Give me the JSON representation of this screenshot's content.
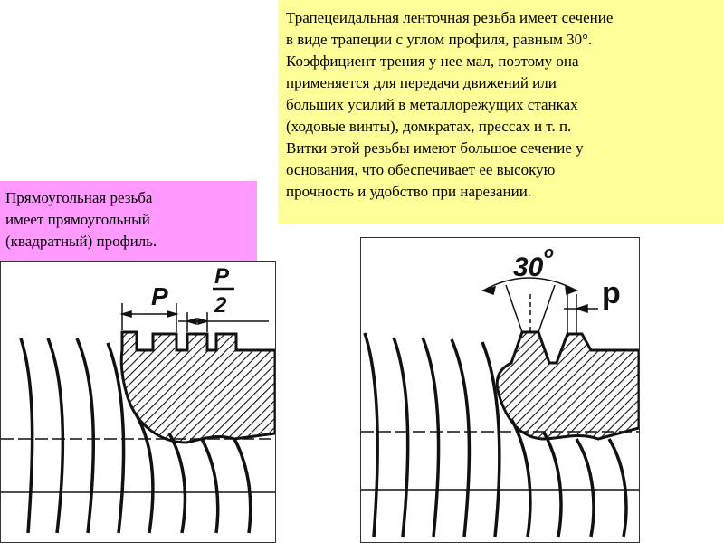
{
  "trapezoidal": {
    "lines": [
      "Трапецеидальная ленточная резьба имеет сечение",
      "в виде трапеции с углом профиля, равным 30°.",
      "Коэффициент трения у нее мал, поэтому она",
      "применяется для передачи движений или",
      "больших усилий в металлорежущих станках",
      "(ходовые винты), домкратах, прессах и т. п.",
      "Витки этой резьбы имеют большое сечение у",
      "основания, что обеспечивает ее высокую",
      "прочность и удобство при нарезании."
    ],
    "figure": {
      "angle_label": "30",
      "angle_degree_mark": "o",
      "pitch_label": "p"
    }
  },
  "rectangular": {
    "lines": [
      "Прямоугольная резьба",
      "имеет прямоугольный",
      "(квадратный) профиль."
    ],
    "figure": {
      "pitch_label": "P",
      "half_pitch_numerator": "P",
      "half_pitch_denominator": "2"
    }
  },
  "colors": {
    "trapezoidal_box": "#ffff99",
    "rectangular_box": "#ff99ff",
    "ink": "#111111"
  }
}
